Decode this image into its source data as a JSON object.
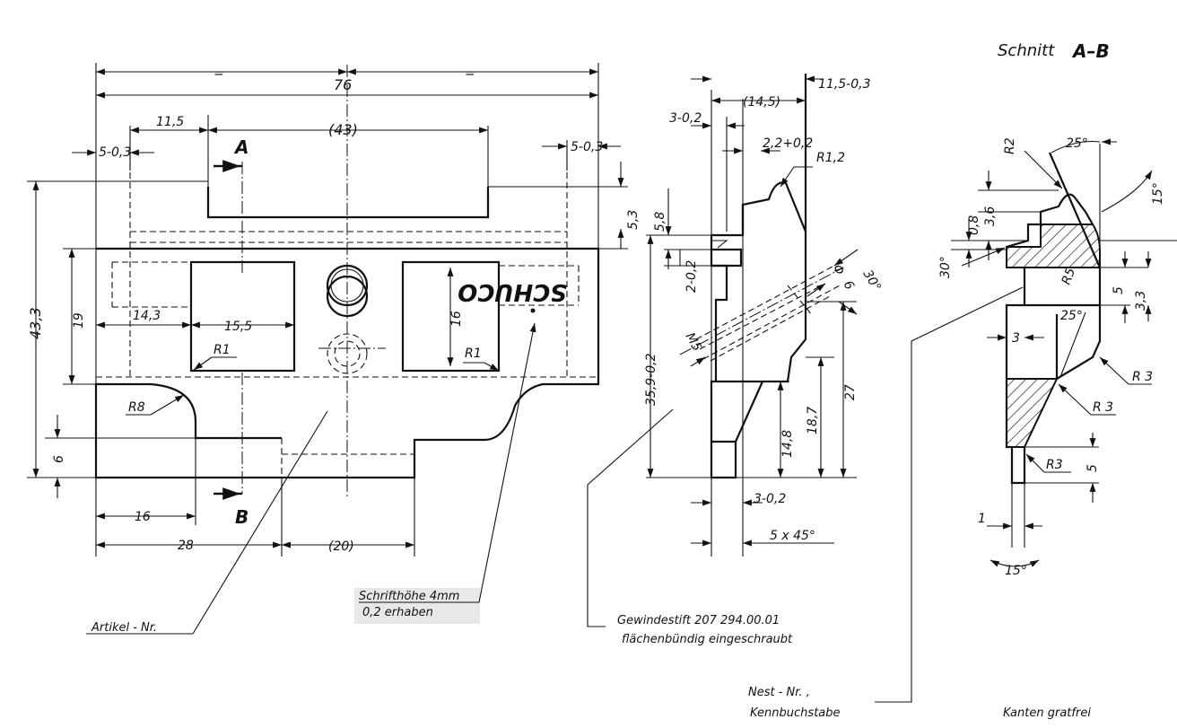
{
  "section_title": {
    "prefix": "Schnitt",
    "name": "A–B"
  },
  "front_view": {
    "dims": {
      "half_left": "=",
      "half_right": "=",
      "overall_width": "76",
      "offset_left": "11,5",
      "ref_width": "(43)",
      "margin_left": "5-0,3",
      "margin_right": "5-0,3",
      "top_step": "5,3",
      "total_height": "43,3",
      "body_height": "19",
      "pocket_left": "14,3",
      "pocket_width": "15,5",
      "pocket_height": "16",
      "bottom_step": "6",
      "foot_width": "16",
      "foot_total": "28",
      "gap_ref": "(20)"
    },
    "radii": {
      "r1_left": "R1",
      "r1_right": "R1",
      "r8": "R8"
    },
    "section_marks": {
      "a": "A",
      "b": "B"
    },
    "engraving": "SCHUCO"
  },
  "side_view": {
    "dims": {
      "top_thickness": "11,5-0,3",
      "ref_thickness": "(14,5)",
      "wall_top": "3-0,2",
      "radius_top": "2,2+0,2",
      "r12": "R1,2",
      "h58": "5,8",
      "h2": "2-0,2",
      "phi": "Φ",
      "phi_val": "6",
      "angle30": "30°",
      "thread": "M5",
      "h359": "35,9-0,2",
      "h27": "27",
      "h187": "18,7",
      "h148": "14,8",
      "wall_bottom": "3-0,2",
      "chamfer": "5 x 45°"
    }
  },
  "section_view": {
    "dims": {
      "r2": "R2",
      "a25_top": "25°",
      "a15_top": "15°",
      "h08": "0,8",
      "h36": "3,6",
      "a30": "30°",
      "r5": "R5",
      "h5_top": "5",
      "h33": "3,3",
      "a25_mid": "25°",
      "w3": "3",
      "r3_a": "R 3",
      "r3_b": "R 3",
      "r3_c": "R3",
      "h5_bot": "5",
      "w1": "1",
      "a15_bot": "15°"
    }
  },
  "notes": {
    "schrift_hoehe": "Schrifthöhe 4mm",
    "erhaben": "0,2 erhaben",
    "artikel": "Artikel - Nr.",
    "gewinde_1": "Gewindestift  207 294.00.01",
    "gewinde_2": "flächenbündig eingeschraubt",
    "nest_1": "Nest - Nr. ,",
    "nest_2": "Kennbuchstabe",
    "kanten": "Kanten gratfrei"
  }
}
